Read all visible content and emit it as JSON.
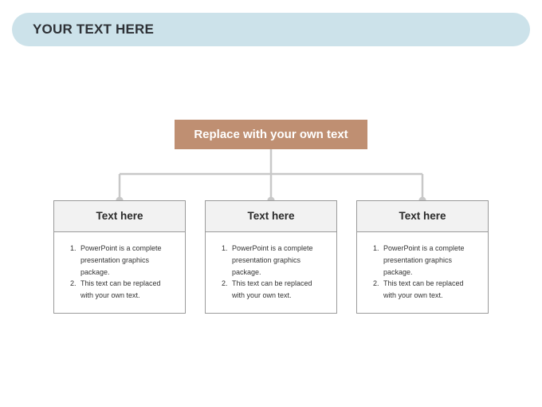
{
  "header": {
    "title": "YOUR TEXT HERE"
  },
  "diagram": {
    "root": "Replace with your own text",
    "cards": [
      {
        "title": "Text here",
        "items": [
          {
            "num": "1.",
            "text": "PowerPoint is a complete presentation graphics package."
          },
          {
            "num": "2.",
            "text": "This text can be replaced with your own text."
          }
        ]
      },
      {
        "title": "Text here",
        "items": [
          {
            "num": "1.",
            "text": "PowerPoint is a complete presentation graphics package."
          },
          {
            "num": "2.",
            "text": "This text can be replaced with your own text."
          }
        ]
      },
      {
        "title": "Text here",
        "items": [
          {
            "num": "1.",
            "text": "PowerPoint is a complete presentation graphics package."
          },
          {
            "num": "2.",
            "text": "This text can be replaced with your own text."
          }
        ]
      }
    ]
  },
  "colors": {
    "banner": "#cce2ea",
    "root_box": "#bf8f72",
    "connector": "#c8c8c8",
    "card_header": "#f2f2f2",
    "card_border": "#9a9a9a"
  }
}
